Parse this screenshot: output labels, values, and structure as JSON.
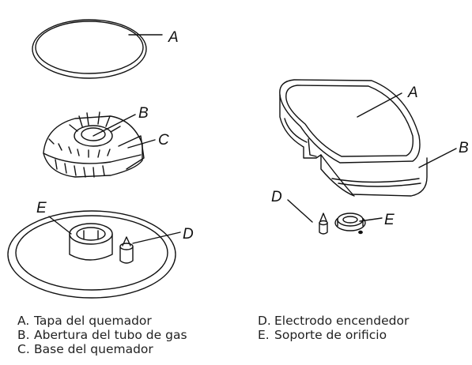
{
  "callouts": {
    "round_cap": "A",
    "round_opening": "B",
    "round_base_head": "C",
    "round_electrode": "D",
    "round_orifice": "E",
    "oval_cap": "A",
    "oval_head": "B",
    "oval_electrode": "D",
    "oval_orifice": "E"
  },
  "legend": {
    "left": [
      {
        "letter": "A.",
        "text": "Tapa del quemador"
      },
      {
        "letter": "B.",
        "text": "Abertura del tubo de gas"
      },
      {
        "letter": "C.",
        "text": "Base del quemador"
      }
    ],
    "right": [
      {
        "letter": "D.",
        "text": "Electrodo encendedor"
      },
      {
        "letter": "E.",
        "text": "Soporte de orificio"
      }
    ]
  }
}
